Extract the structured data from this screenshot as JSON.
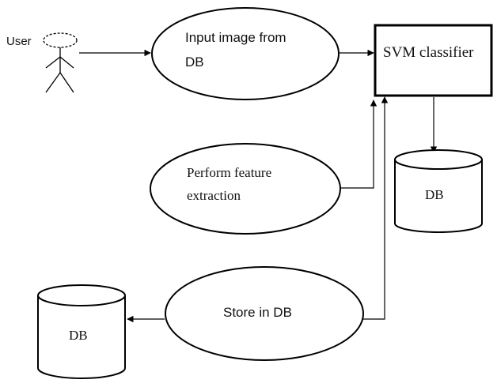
{
  "nodes": {
    "user": {
      "label": "User"
    },
    "input": {
      "label_line1": "Input image from",
      "label_line2": "DB"
    },
    "svm": {
      "label": "SVM classifier"
    },
    "feature": {
      "label_line1": "Perform feature",
      "label_line2": "extraction"
    },
    "db_right": {
      "label": "DB"
    },
    "store": {
      "label": "Store in DB"
    },
    "db_left": {
      "label": "DB"
    }
  }
}
